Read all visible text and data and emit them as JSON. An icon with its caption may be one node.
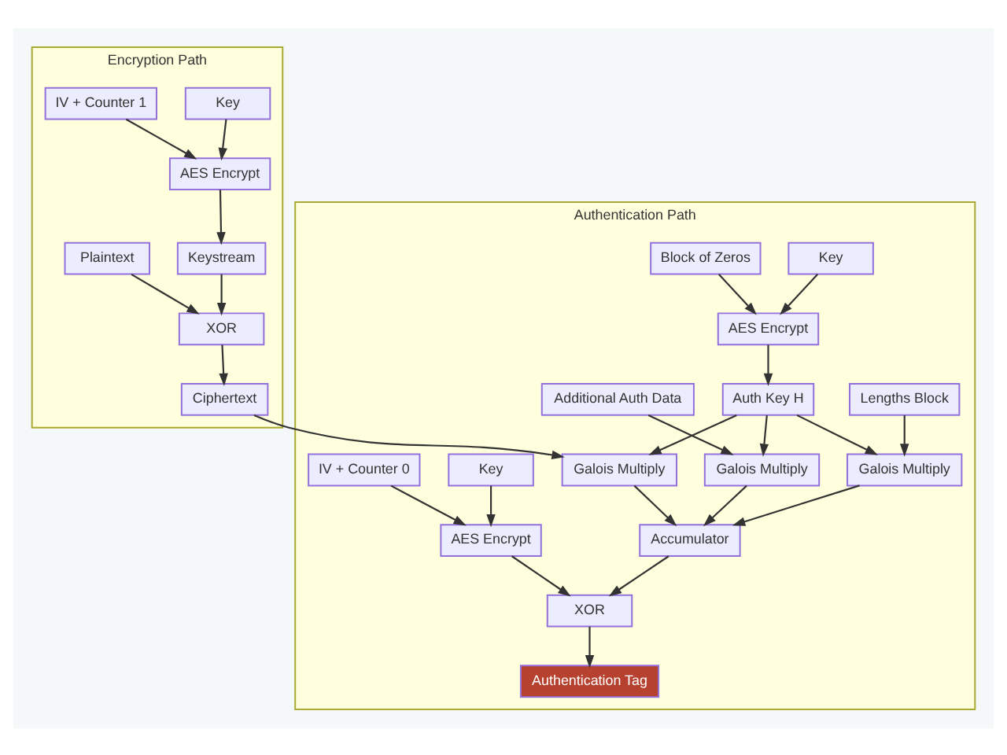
{
  "diagram": {
    "nodes": [
      {
        "text": [
          "Encryption Path"
        ]
      },
      {
        "text": [
          "IV + Counter 1"
        ],
        "in": 0
      },
      {
        "text": [
          "Key"
        ],
        "in": 0
      },
      {
        "text": [
          "AES Encrypt"
        ],
        "in": 0
      },
      {
        "text": [
          "Plaintext"
        ],
        "in": 0
      },
      {
        "text": [
          "Keystream"
        ],
        "in": 0
      },
      {
        "text": [
          "XOR"
        ],
        "in": 0
      },
      {
        "text": [
          "Ciphertext"
        ],
        "in": 0
      },
      {
        "text": [
          "Authentication Path"
        ]
      },
      {
        "text": [
          "Block of Zeros"
        ],
        "in": 8
      },
      {
        "text": [
          "Key"
        ],
        "in": 8
      },
      {
        "text": [
          "AES Encrypt"
        ],
        "in": 8
      },
      {
        "text": [
          "Additional Auth Data"
        ],
        "in": 8
      },
      {
        "text": [
          "Auth Key H"
        ],
        "in": 8
      },
      {
        "text": [
          "Lengths Block"
        ],
        "in": 8
      },
      {
        "text": [
          "IV + Counter 0"
        ],
        "in": 8
      },
      {
        "text": [
          "Key"
        ],
        "in": 8
      },
      {
        "text": [
          "Galois Multiply"
        ],
        "in": 8
      },
      {
        "text": [
          "Galois Multiply"
        ],
        "in": 8
      },
      {
        "text": [
          "Galois Multiply"
        ],
        "in": 8
      },
      {
        "text": [
          "AES Encrypt"
        ],
        "in": 8
      },
      {
        "text": [
          "Accumulator"
        ],
        "in": 8
      },
      {
        "text": [
          "XOR"
        ],
        "in": 8
      },
      {
        "text": [
          "Authentication Tag"
        ],
        "in": 8
      }
    ],
    "edges": [
      {
        "from": 1,
        "to": 3,
        "arrow": "to"
      },
      {
        "from": 2,
        "to": 3,
        "arrow": "to"
      },
      {
        "from": 3,
        "to": 5,
        "arrow": "to"
      },
      {
        "from": 4,
        "to": 6,
        "arrow": "to"
      },
      {
        "from": 5,
        "to": 6,
        "arrow": "to"
      },
      {
        "from": 6,
        "to": 7,
        "arrow": "to"
      },
      {
        "from": 7,
        "to": 18,
        "arrow": "to"
      },
      {
        "from": 9,
        "to": 11,
        "arrow": "to"
      },
      {
        "from": 10,
        "to": 11,
        "arrow": "to"
      },
      {
        "from": 11,
        "to": 13,
        "arrow": "to"
      },
      {
        "from": 12,
        "to": 17,
        "arrow": "to"
      },
      {
        "from": 13,
        "to": 17,
        "arrow": "to"
      },
      {
        "from": 13,
        "to": 18,
        "arrow": "to"
      },
      {
        "from": 13,
        "to": 19,
        "arrow": "to"
      },
      {
        "from": 14,
        "to": 19,
        "arrow": "to"
      },
      {
        "from": 15,
        "to": 20,
        "arrow": "to"
      },
      {
        "from": 16,
        "to": 20,
        "arrow": "to"
      },
      {
        "from": 17,
        "to": 21,
        "arrow": "to"
      },
      {
        "from": 18,
        "to": 21,
        "arrow": "to"
      },
      {
        "from": 19,
        "to": 21,
        "arrow": "to"
      },
      {
        "from": 20,
        "to": 22,
        "arrow": "to"
      },
      {
        "from": 21,
        "to": 22,
        "arrow": "to"
      },
      {
        "from": 22,
        "to": 23,
        "arrow": "to"
      }
    ]
  }
}
